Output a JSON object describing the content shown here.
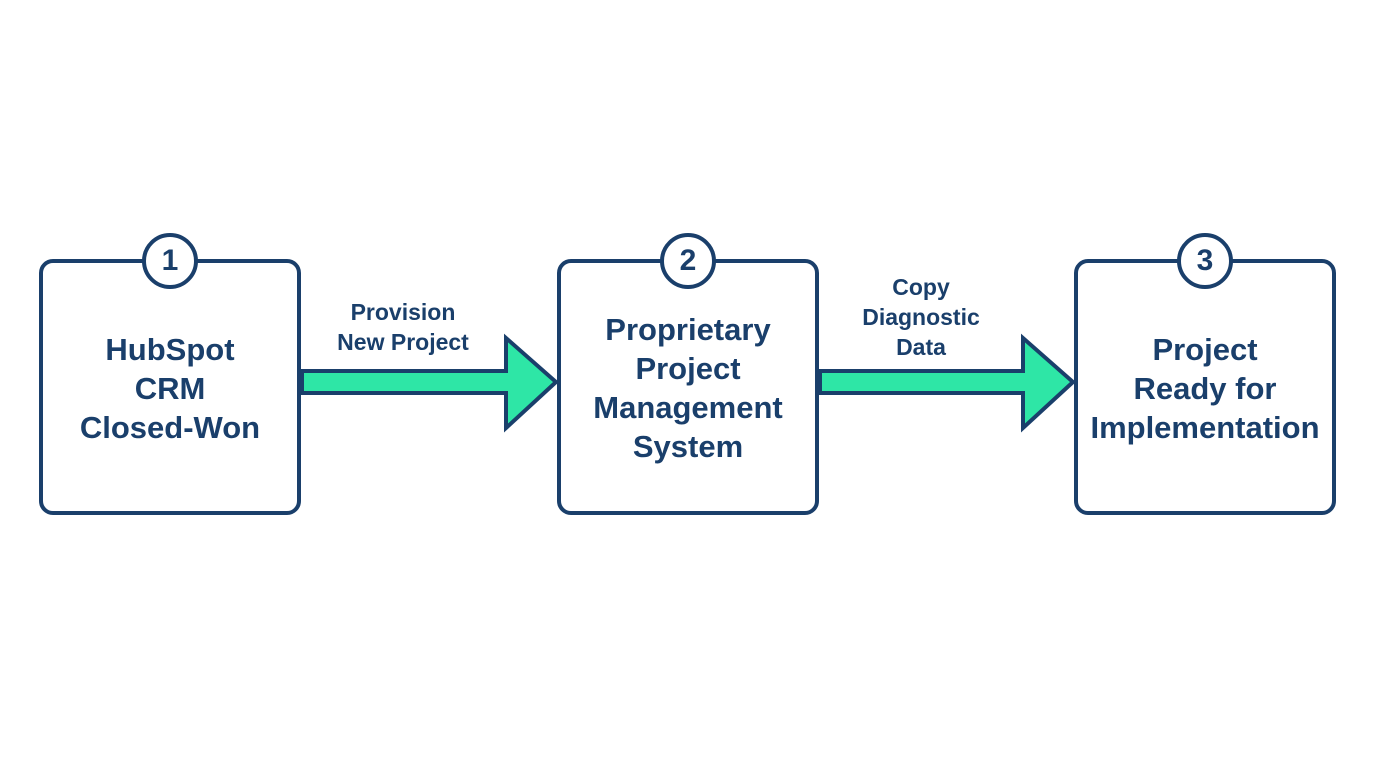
{
  "colors": {
    "primary": "#1a3f6b",
    "arrow_fill": "#2ee6a6",
    "background": "#ffffff"
  },
  "steps": [
    {
      "number": "1",
      "title": "HubSpot\nCRM\nClosed-Won"
    },
    {
      "number": "2",
      "title": "Proprietary\nProject\nManagement\nSystem"
    },
    {
      "number": "3",
      "title": "Project\nReady for\nImplementation"
    }
  ],
  "arrows": [
    {
      "label": "Provision\nNew Project"
    },
    {
      "label": "Copy\nDiagnostic\nData"
    }
  ]
}
